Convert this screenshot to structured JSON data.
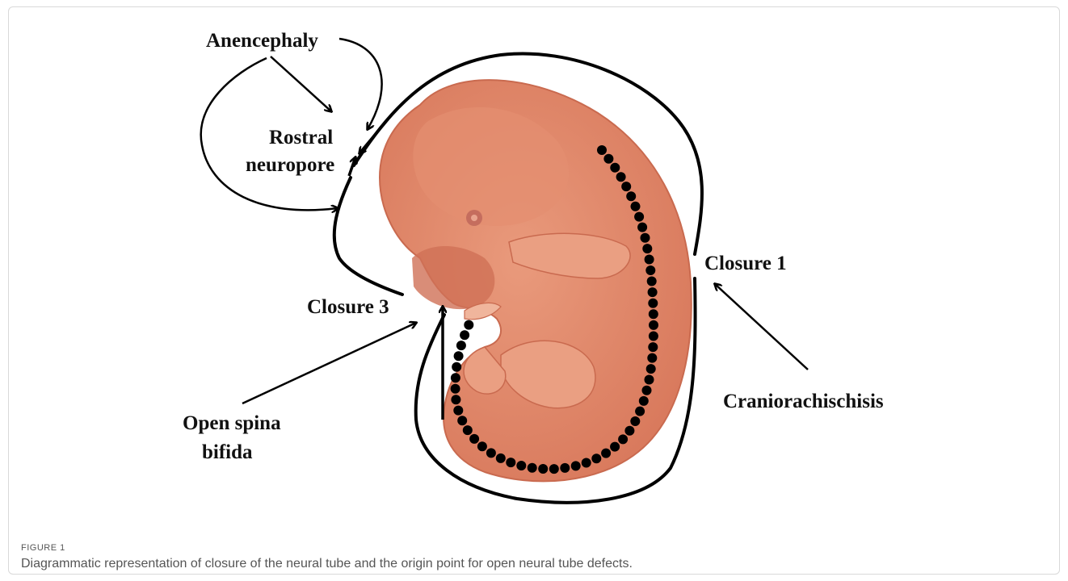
{
  "figure": {
    "labels": {
      "anencephaly": "Anencephaly",
      "rostral_line1": "Rostral",
      "rostral_line2": "neuropore",
      "closure3": "Closure 3",
      "closure1": "Closure 1",
      "spina_line1": "Open spina",
      "spina_line2": "bifida",
      "craniorachischisis": "Craniorachischisis"
    },
    "colors": {
      "embryo_body": "#e0876a",
      "embryo_outline": "#c96a4f",
      "neural_tube_dots": "#000000",
      "arrows": "#000000"
    }
  },
  "caption": {
    "label": "FIGURE 1",
    "text": "Diagrammatic representation of closure of the neural tube and the origin point for open neural tube defects."
  }
}
